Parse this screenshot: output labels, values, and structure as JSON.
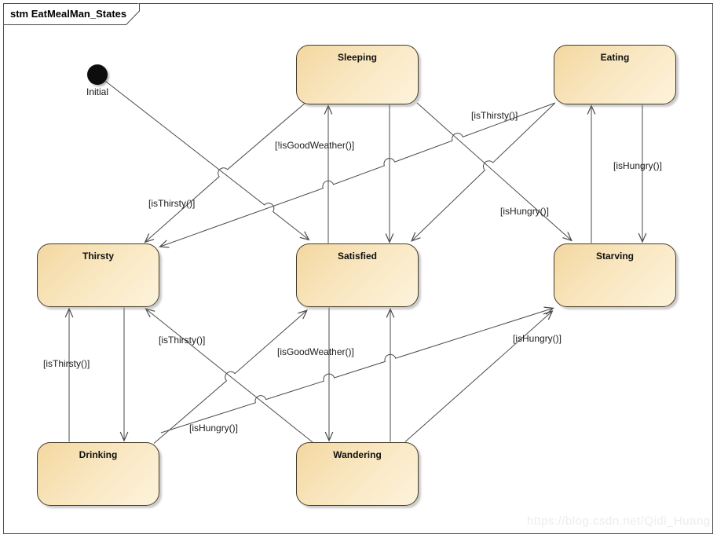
{
  "diagram": {
    "title": "stm EatMealMan_States",
    "watermark": "https://blog.csdn.net/Qidi_Huang"
  },
  "initial": {
    "label": "Initial"
  },
  "states": [
    {
      "id": "sleeping",
      "label": "Sleeping"
    },
    {
      "id": "eating",
      "label": "Eating"
    },
    {
      "id": "thirsty",
      "label": "Thirsty"
    },
    {
      "id": "satisfied",
      "label": "Satisfied"
    },
    {
      "id": "starving",
      "label": "Starving"
    },
    {
      "id": "drinking",
      "label": "Drinking"
    },
    {
      "id": "wandering",
      "label": "Wandering"
    }
  ],
  "transitions": [
    {
      "from": "Initial",
      "to": "Satisfied",
      "guard": ""
    },
    {
      "from": "Sleeping",
      "to": "Thirsty",
      "guard": "[isThirsty()]"
    },
    {
      "from": "Eating",
      "to": "Thirsty",
      "guard": "[isThirsty()]"
    },
    {
      "from": "Satisfied",
      "to": "Sleeping",
      "guard": "[!isGoodWeather()]"
    },
    {
      "from": "Sleeping",
      "to": "Satisfied",
      "guard": ""
    },
    {
      "from": "Eating",
      "to": "Satisfied",
      "guard": ""
    },
    {
      "from": "Sleeping",
      "to": "Starving",
      "guard": "[isHungry()]"
    },
    {
      "from": "Starving",
      "to": "Eating",
      "guard": ""
    },
    {
      "from": "Eating",
      "to": "Starving",
      "guard": "[isHungry()]"
    },
    {
      "from": "Drinking",
      "to": "Thirsty",
      "guard": "[isThirsty()]"
    },
    {
      "from": "Thirsty",
      "to": "Drinking",
      "guard": ""
    },
    {
      "from": "Wandering",
      "to": "Thirsty",
      "guard": "[isThirsty()]"
    },
    {
      "from": "Drinking",
      "to": "Satisfied",
      "guard": ""
    },
    {
      "from": "Satisfied",
      "to": "Wandering",
      "guard": "[isGoodWeather()]"
    },
    {
      "from": "Wandering",
      "to": "Satisfied",
      "guard": ""
    },
    {
      "from": "Drinking",
      "to": "Starving",
      "guard": "[isHungry()]"
    },
    {
      "from": "Wandering",
      "to": "Starving",
      "guard": "[isHungry()]"
    }
  ],
  "colors": {
    "state_fill_dark": "#f3d7a0",
    "state_fill_light": "#fdf3dc",
    "state_border": "#453c26",
    "line": "#4a4a4a"
  }
}
